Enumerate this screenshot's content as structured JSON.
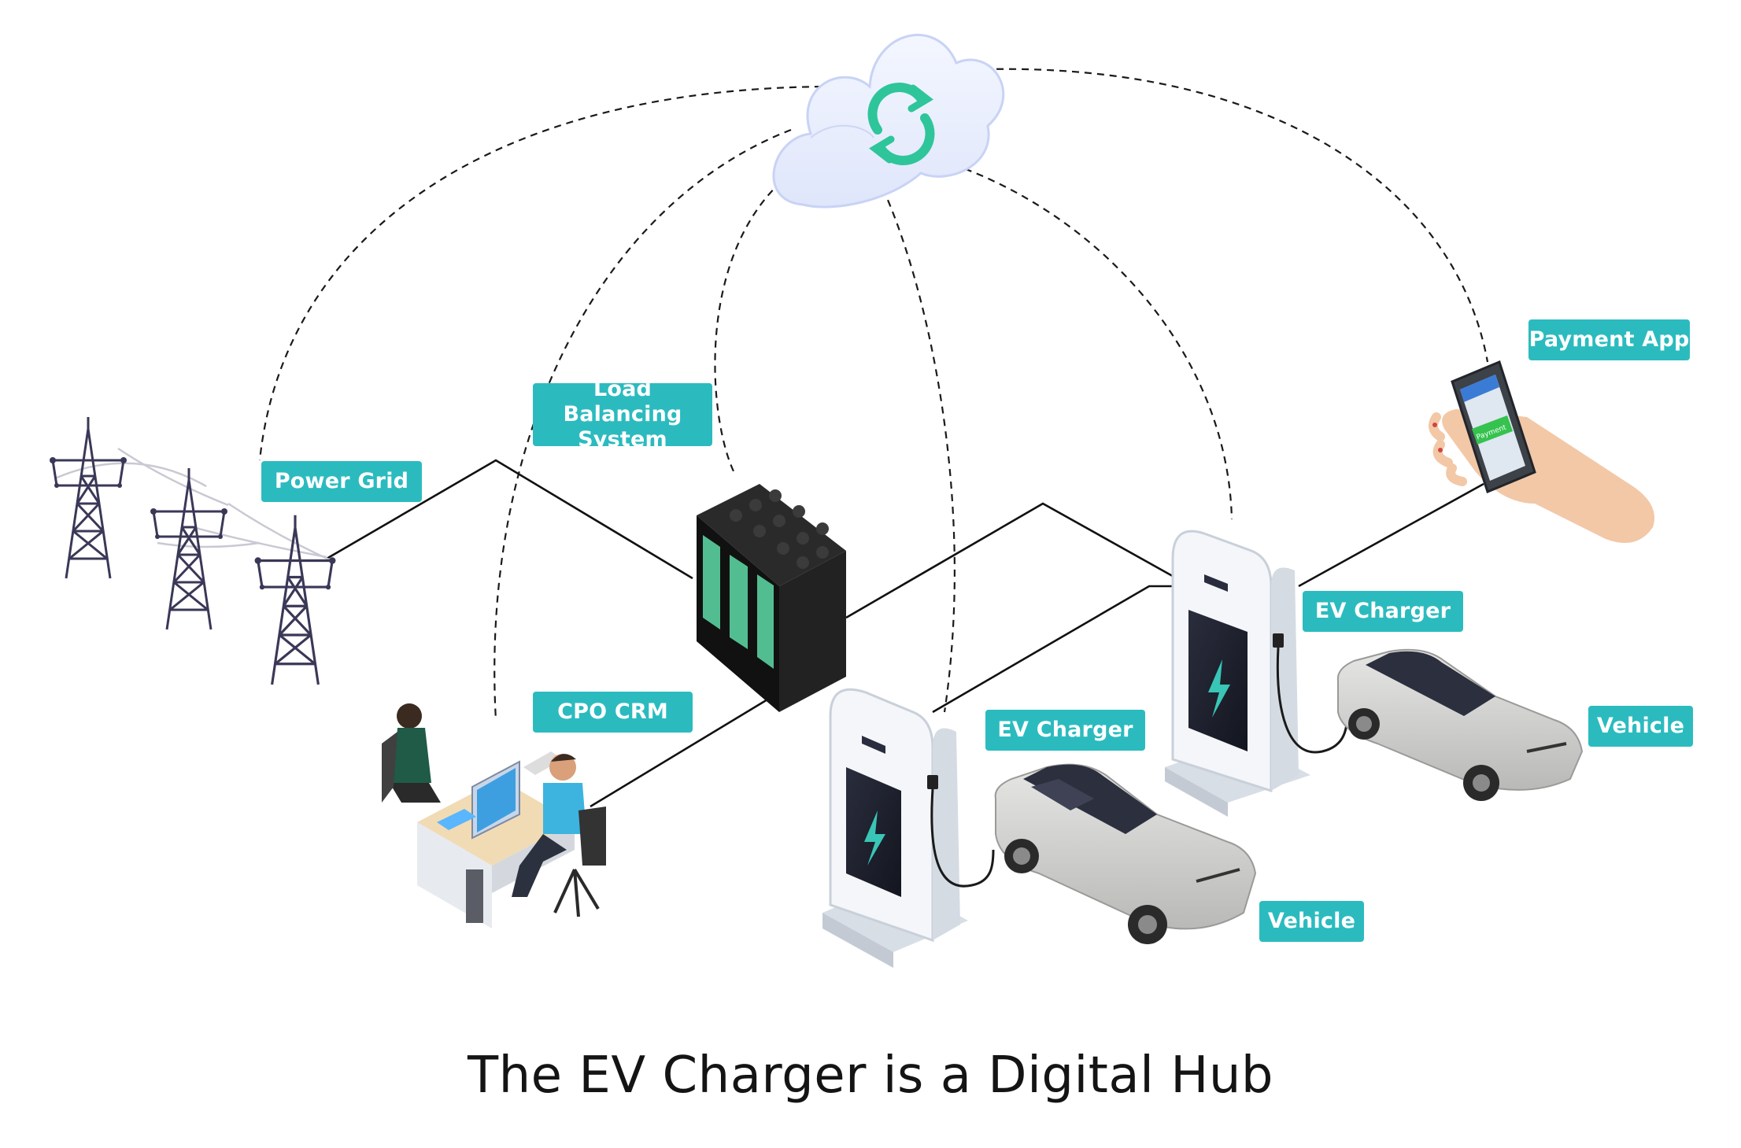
{
  "labels": {
    "power_grid": "Power Grid",
    "load_balancing": "Load Balancing\nSystem",
    "cpo_crm": "CPO CRM",
    "ev_charger_front": "EV Charger",
    "ev_charger_back": "EV Charger",
    "vehicle_front": "Vehicle",
    "vehicle_back": "Vehicle",
    "payment_app": "Payment App"
  },
  "phone_screen_button": "Payment",
  "caption": "The EV Charger is a Digital Hub",
  "colors": {
    "label_bg": "#2bbbbf",
    "label_text": "#ffffff",
    "cloud": "#e9effe",
    "sync_arrows": "#2fc59b",
    "bolt": "#39c6b6",
    "charger_body": "#f1f4f8",
    "charger_screen": "#1d2030",
    "car_body": "#d4d4d2",
    "server_rack": "#151515",
    "server_led": "#5bd0a0"
  },
  "icons": [
    "sync-icon",
    "lightning-bolt-icon",
    "cloud-icon",
    "pylon-icon"
  ]
}
